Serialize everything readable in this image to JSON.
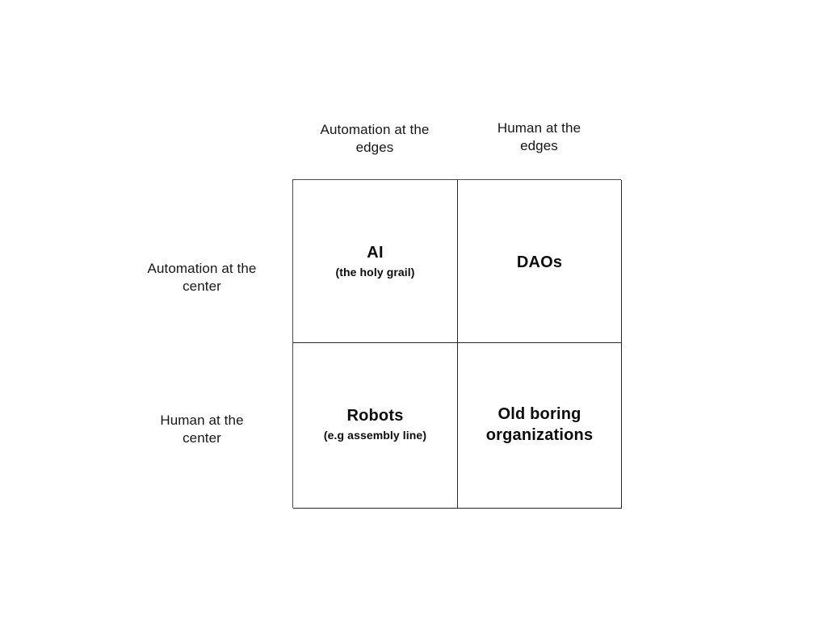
{
  "diagram": {
    "type": "2x2-matrix",
    "column_headers": [
      {
        "line1": "Automation at the",
        "line2": "edges"
      },
      {
        "line1": "Human at the",
        "line2": "edges"
      }
    ],
    "row_labels": [
      {
        "line1": "Automation at the",
        "line2": "center"
      },
      {
        "line1": "Human at the",
        "line2": "center"
      }
    ],
    "cells": [
      {
        "title": "AI",
        "subtitle": "(the holy grail)"
      },
      {
        "title": "DAOs",
        "subtitle": ""
      },
      {
        "title": "Robots",
        "subtitle": "(e.g assembly line)"
      },
      {
        "title_line1": "Old boring",
        "title_line2": "organizations",
        "subtitle": ""
      }
    ],
    "colors": {
      "background": "#ffffff",
      "text": "#151515",
      "border": "#26262a"
    }
  }
}
